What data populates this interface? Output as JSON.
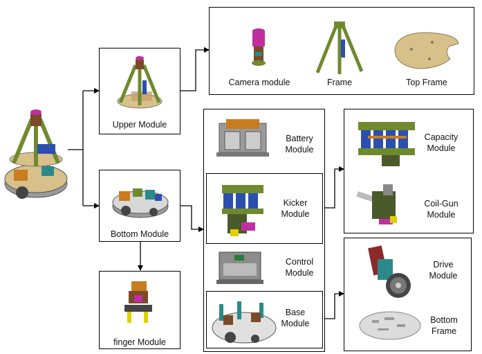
{
  "modules": {
    "upper": "Upper Module",
    "bottom": "Bottom Module",
    "finger": "finger Module",
    "camera": "Camera module",
    "frame": "Frame",
    "top_frame": "Top Frame",
    "battery": [
      "Battery",
      "Module"
    ],
    "kicker": [
      "Kicker",
      "Module"
    ],
    "control": [
      "Control",
      "Module"
    ],
    "base": [
      "Base",
      "Module"
    ],
    "capacity": [
      "Capacity",
      "Module"
    ],
    "coil_gun": [
      "Coil-Gun",
      "Module"
    ],
    "drive": [
      "Drive",
      "Module"
    ],
    "bottom_frame": [
      "Bottom",
      "Frame"
    ]
  },
  "colors": {
    "olive": "#6f8a2e",
    "blue": "#2b4fb0",
    "magenta": "#c02fa0",
    "wood": "#d8c08a",
    "steel": "#9a9a9a",
    "orange": "#c87d1e",
    "teal": "#2a8a8a"
  }
}
